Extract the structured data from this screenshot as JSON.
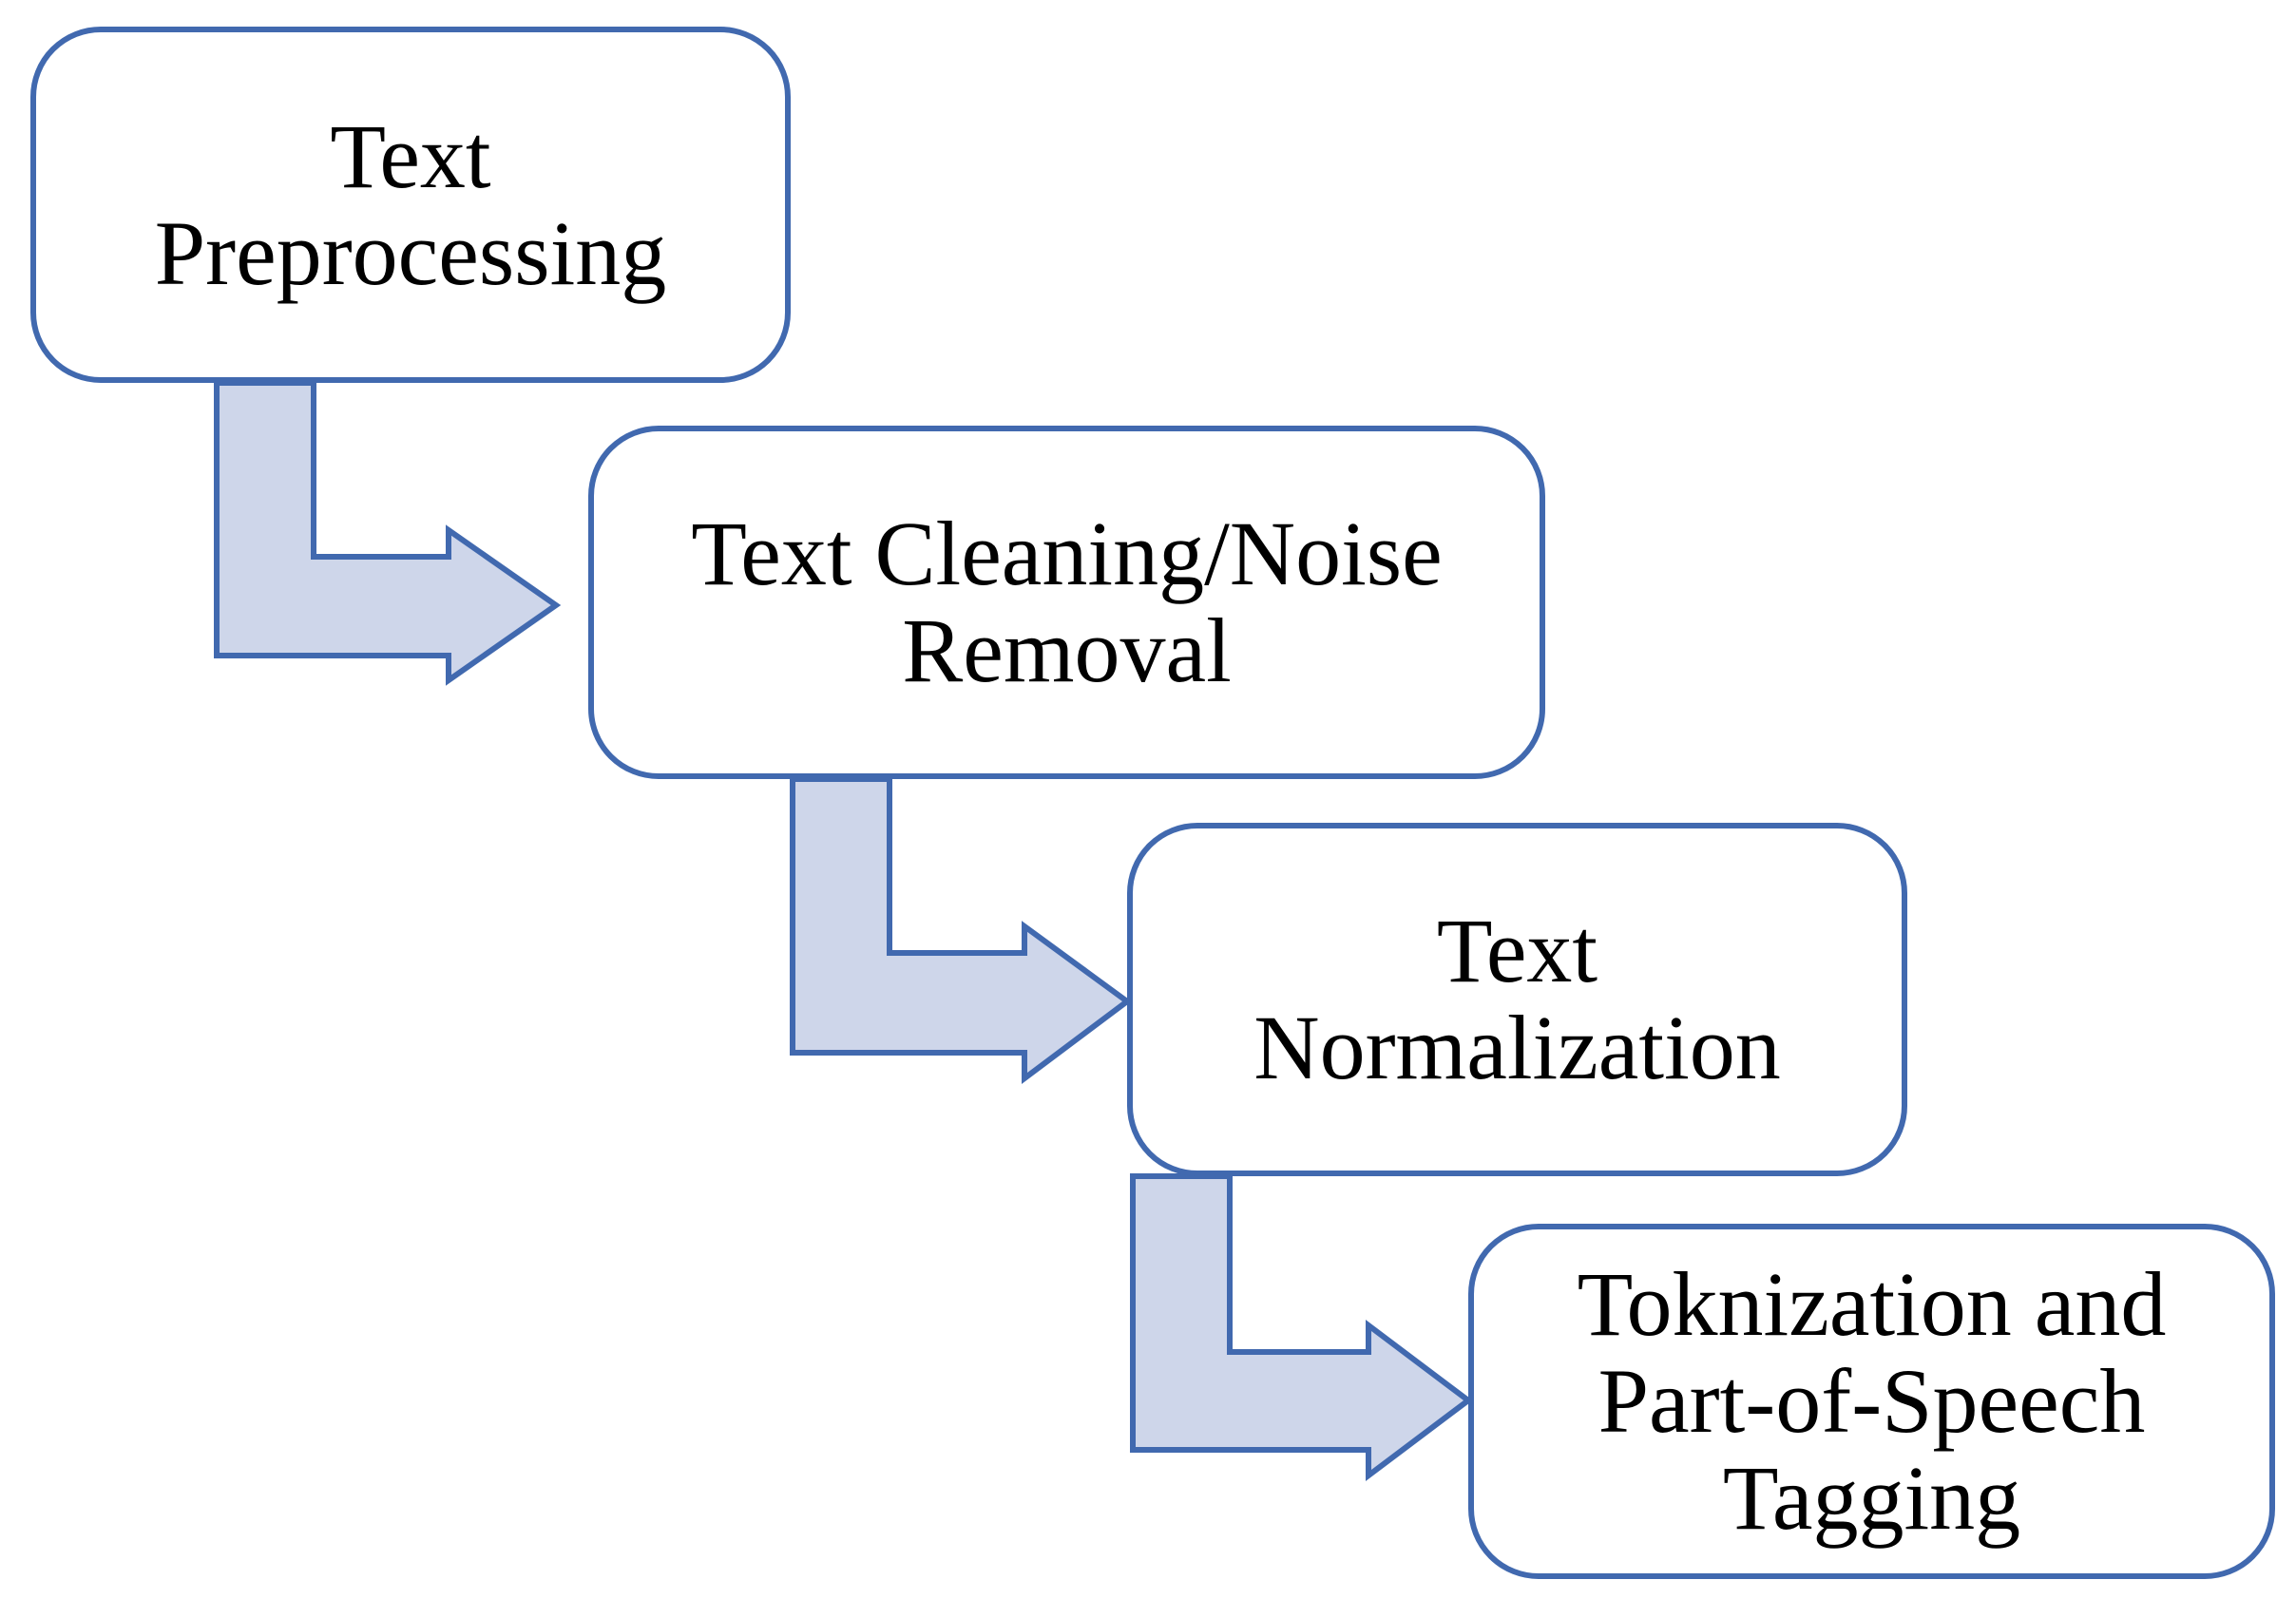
{
  "diagram": {
    "box_border_color": "#4169AF",
    "arrow_fill_color": "#CED6EA",
    "arrow_stroke_color": "#4169AF",
    "steps": [
      {
        "lines": [
          "Text",
          "Preprocessing"
        ]
      },
      {
        "lines": [
          "Text Cleaning/Noise",
          "Removal"
        ]
      },
      {
        "lines": [
          "Text",
          "Normalization"
        ]
      },
      {
        "lines": [
          "Toknization and",
          "Part-of-Speech",
          "Tagging"
        ]
      }
    ],
    "connectors": [
      {
        "from": "Text Preprocessing",
        "to": "Text Cleaning/Noise Removal",
        "icon": "bent-arrow-right"
      },
      {
        "from": "Text Cleaning/Noise Removal",
        "to": "Text Normalization",
        "icon": "bent-arrow-right"
      },
      {
        "from": "Text Normalization",
        "to": "Toknization and Part-of-Speech Tagging",
        "icon": "bent-arrow-right"
      }
    ]
  }
}
